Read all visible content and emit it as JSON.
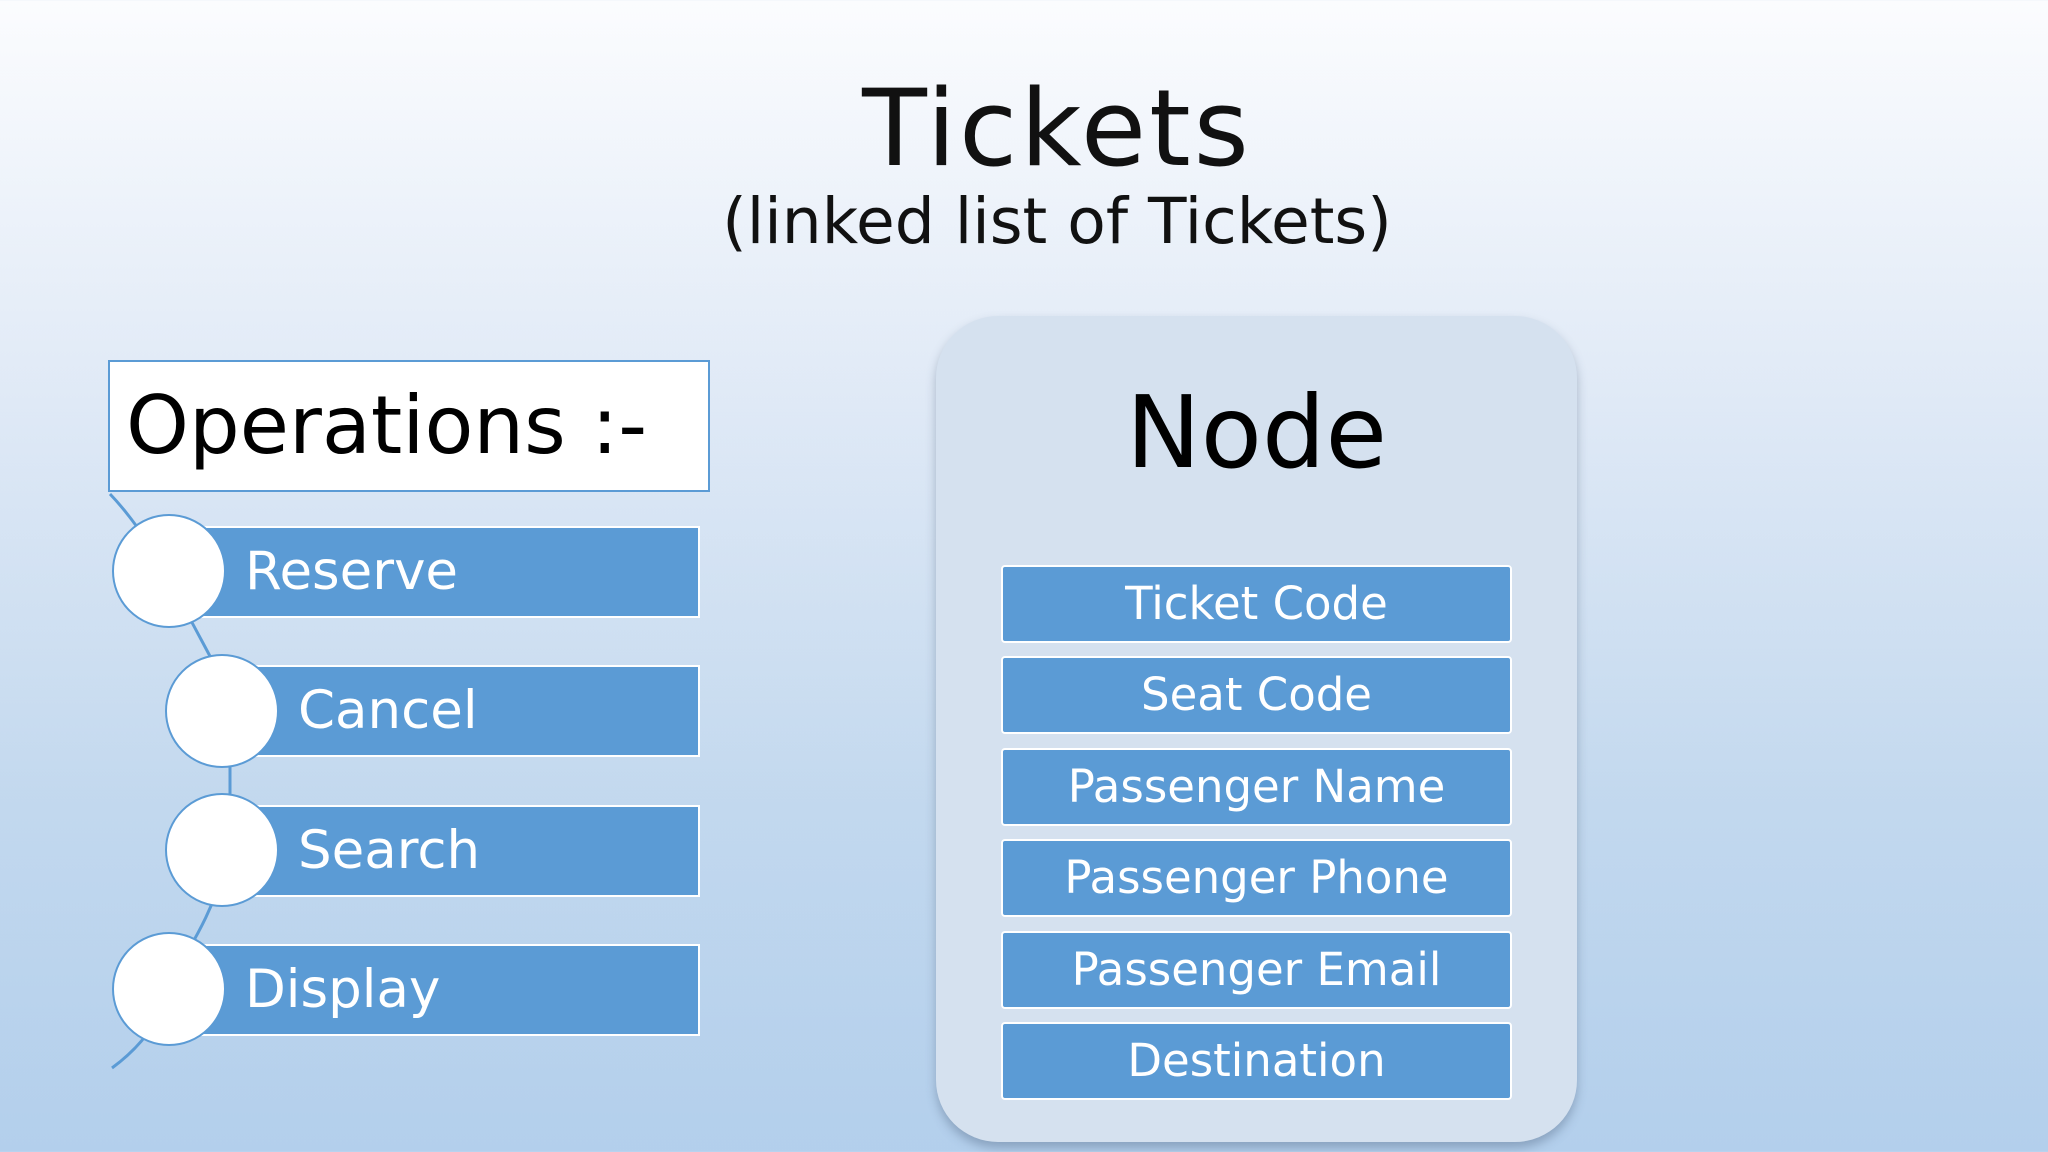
{
  "title": "Tickets",
  "subtitle": "(linked list of Tickets)",
  "operations": {
    "header": "Operations :-",
    "items": [
      {
        "label": "Reserve"
      },
      {
        "label": "Cancel"
      },
      {
        "label": "Search"
      },
      {
        "label": "Display"
      }
    ]
  },
  "node": {
    "title": "Node",
    "fields": [
      "Ticket Code",
      "Seat Code",
      "Passenger Name",
      "Passenger Phone",
      "Passenger Email",
      "Destination"
    ]
  },
  "colors": {
    "accent": "#5b9bd5",
    "node_background": "#d5e1ef",
    "text_dark": "#000000",
    "text_light": "#ffffff"
  }
}
